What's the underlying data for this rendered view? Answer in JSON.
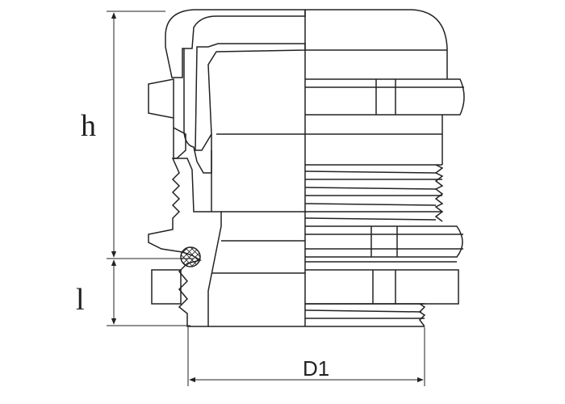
{
  "dimensions": {
    "height_label": "h",
    "thread_length_label": "l",
    "diameter_label": "D1"
  },
  "colors": {
    "line": "#222222",
    "background": "#ffffff"
  }
}
